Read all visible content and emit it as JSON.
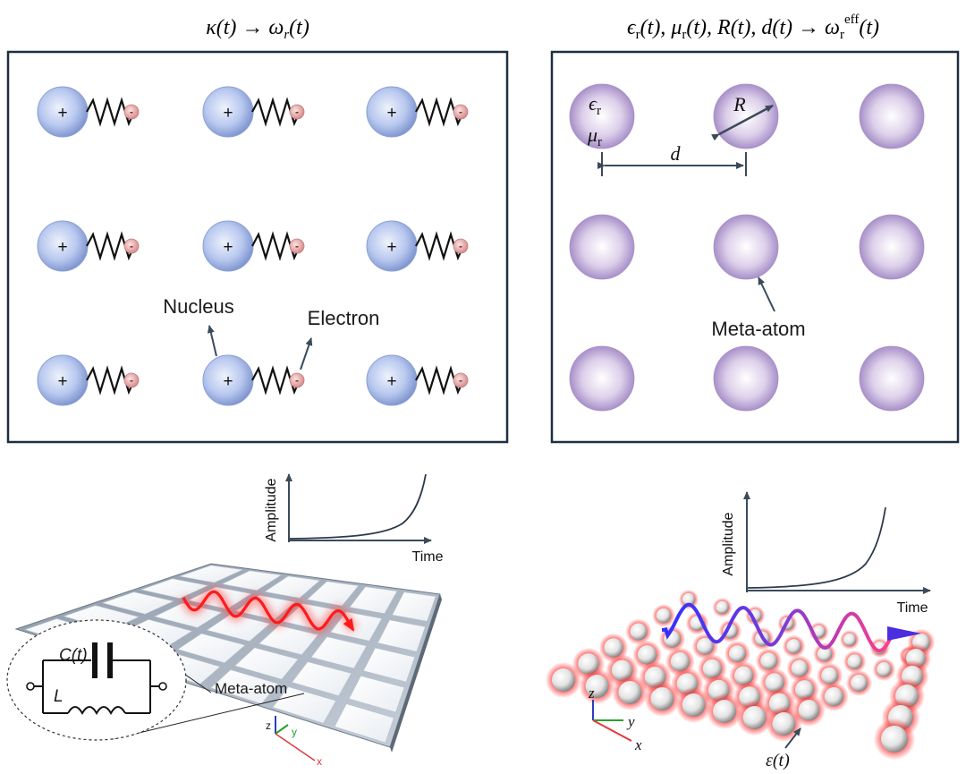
{
  "left_panel": {
    "title": "κ(t) → ω",
    "title_sub": "r",
    "title_tail": "(t)",
    "nucleus_sign": "+",
    "electron_sign": "-",
    "nucleus_label": "Nucleus",
    "electron_label": "Electron",
    "colors": {
      "nucleus": "#9fb4e6",
      "electron": "#f2b5b5",
      "frame": "#1e2f40"
    }
  },
  "right_panel": {
    "title_parts": [
      "ϵ",
      "r",
      "(t), ",
      "μ",
      "r",
      "(t), ",
      "R",
      "(t), ",
      "d",
      "(t) → ω",
      "r",
      "eff",
      "(t)"
    ],
    "eps_label": "ϵ",
    "eps_sub": "r",
    "mu_label": "μ",
    "mu_sub": "r",
    "radius_label": "R",
    "distance_label": "d",
    "meta_atom_label": "Meta-atom",
    "colors": {
      "sphere": "#a891c6",
      "frame": "#1e2f40"
    }
  },
  "bottom_left": {
    "ylabel": "Amplitude",
    "xlabel": "Time",
    "capacitor_label": "C(t)",
    "inductor_label": "L",
    "meta_atom_label": "Meta-atom",
    "axes": {
      "z": "z",
      "y": "y",
      "x": "x"
    },
    "colors": {
      "wave": "#ff2020",
      "sheet": "#9aa6b5"
    }
  },
  "bottom_right": {
    "ylabel": "Amplitude",
    "xlabel": "Time",
    "eps_label": "ε(t)",
    "axes": {
      "z": "z",
      "y": "y",
      "x": "x"
    },
    "colors": {
      "wave_start": "#2a2aff",
      "wave_end": "#ff3a8a",
      "glow": "#ff3030"
    }
  }
}
